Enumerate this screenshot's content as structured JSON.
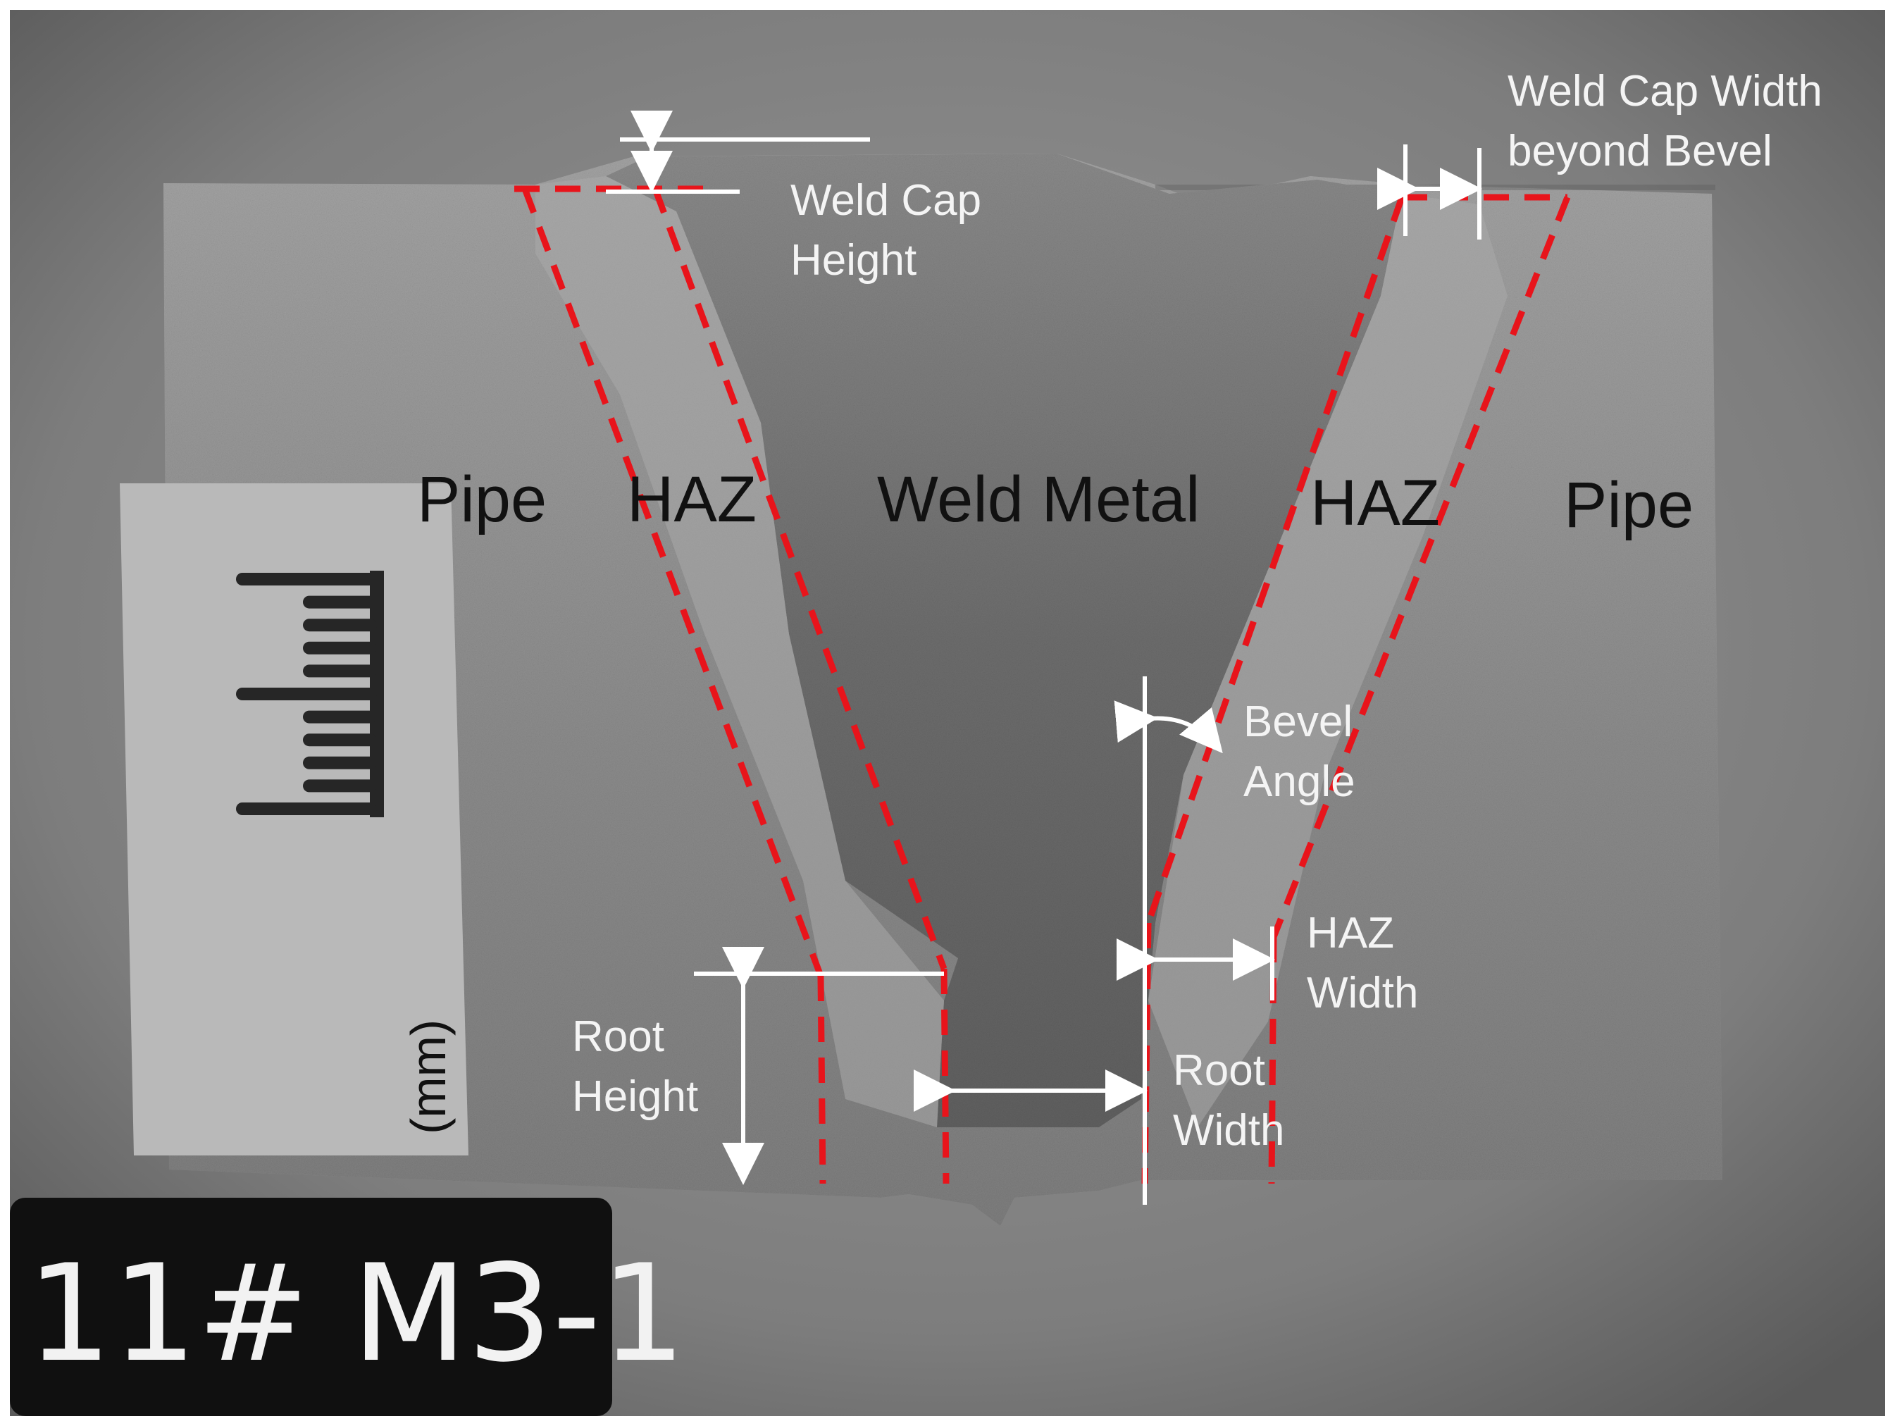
{
  "regions": {
    "pipe_left": "Pipe",
    "haz_left": "HAZ",
    "weld_metal": "Weld Metal",
    "haz_right": "HAZ",
    "pipe_right": "Pipe"
  },
  "annotations": {
    "weld_cap_height": [
      "Weld Cap",
      "Height"
    ],
    "weld_cap_width": [
      "Weld Cap Width",
      "beyond Bevel"
    ],
    "bevel_angle": [
      "Bevel",
      "Angle"
    ],
    "haz_width": [
      "HAZ",
      "Width"
    ],
    "root_height": [
      "Root",
      "Height"
    ],
    "root_width": [
      "Root",
      "Width"
    ]
  },
  "scale": {
    "unit_label": "(mm)",
    "major_ticks": 3,
    "minor_ticks_between": 4
  },
  "sample_id": "11# M3-1",
  "colors": {
    "boundary_lines": "#e8141b",
    "dimension_lines": "#ffffff",
    "badge_bg": "#101010",
    "background_plate": "#7a7a7a",
    "specimen": "#8f8f8f",
    "weld_metal": "#6f6f6f"
  }
}
